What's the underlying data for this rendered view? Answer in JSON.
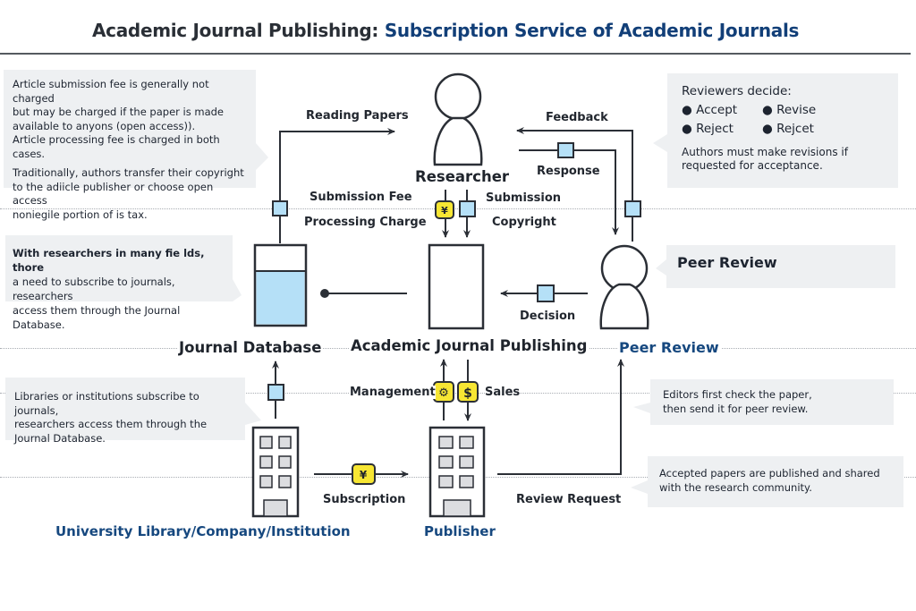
{
  "header": {
    "title_main": "Academic Journal Publishing:",
    "title_sub": "Subscription Service of Academic Journals"
  },
  "colors": {
    "title_dark": "#2a2f36",
    "accent_blue": "#16487f",
    "document_blue": "#b5e0f7",
    "money_yellow": "#f7e633",
    "note_gray": "#eef0f2",
    "line_dark": "#2b2f36"
  },
  "notes": {
    "fees": {
      "lines1": [
        "Article submission fee is generally not charged",
        "but may be charged if the paper is made",
        "available to anyons (open access)).",
        "Article processing fee is charged in both cases."
      ],
      "lines2": [
        "Traditionally, authors transfer their copyright",
        "to the adiicle publisher or choose open access",
        "noniegile portion of is tax."
      ]
    },
    "reviewers": {
      "heading": "Reviewers decide:",
      "options": [
        "Accept",
        "Revise",
        "Reject",
        "Rejcet"
      ],
      "footer": "Authors must make revisions if requested for acceptance."
    },
    "database": {
      "lines": [
        "With researchers in many fie lds, thore",
        "a need to subscribe to journals, researchers",
        "access them through the Journal Database."
      ]
    },
    "peer_review": {
      "text": "Peer Review"
    },
    "libraries": {
      "lines": [
        "Libraries or institutions subscribe to journals,",
        "researchers access them through the",
        "Journal Database."
      ]
    },
    "editors": {
      "lines": [
        "Editors first check the paper,",
        "then send it for peer review."
      ]
    },
    "accepted": {
      "lines": [
        "Accepted papers are published and shared",
        "with the research community."
      ]
    }
  },
  "nodes": {
    "researcher": "Researcher",
    "journal_database": "Journal Database",
    "academic_journal_publishing": "Academic Journal Publishing",
    "peer_review": "Peer Review",
    "university": "University Library/Company/Institution",
    "publisher": "Publisher"
  },
  "flows": {
    "reading_papers": "Reading Papers",
    "feedback": "Feedback",
    "response": "Response",
    "submission_fee": "Submission Fee",
    "processing_charge": "Processing Charge",
    "submission": "Submission",
    "copyright": "Copyright",
    "decision": "Decision",
    "management": "Management",
    "sales": "Sales",
    "subscription": "Subscription",
    "review_request": "Review Request"
  },
  "icons": {
    "yen": "¥",
    "dollar": "$",
    "gear": "⚙"
  }
}
